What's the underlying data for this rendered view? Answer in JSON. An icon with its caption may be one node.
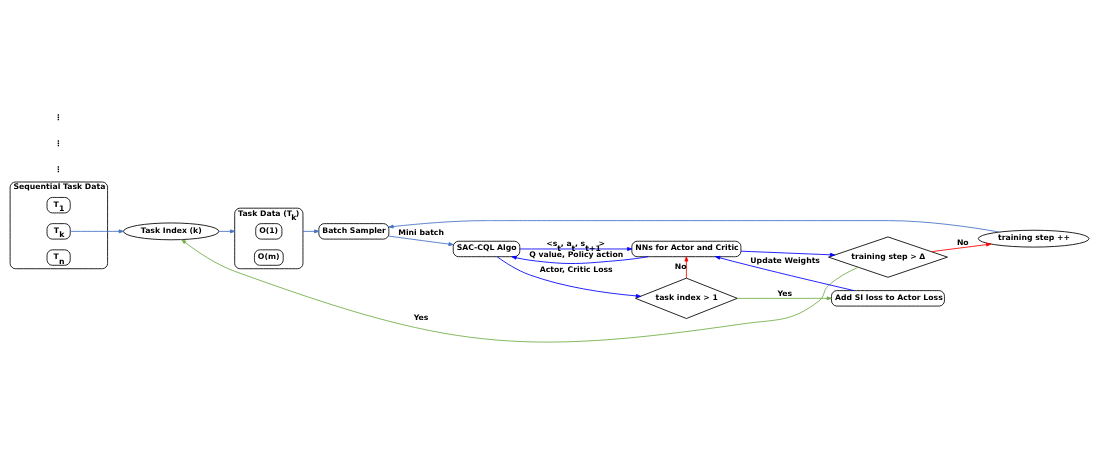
{
  "diagram": {
    "nodes": [
      {
        "text": [
          "Sequential Task Data"
        ]
      },
      {
        "text": [
          "T$_{1}$"
        ],
        "in": 0
      },
      {
        "text": [
          "T$_{k}$"
        ],
        "in": 0
      },
      {
        "text": [
          "T$_{n}$"
        ],
        "in": 0
      },
      {
        "text": [
          "Task Index (k)"
        ]
      },
      {
        "text": [
          "Task Data (T$_{k}$)"
        ]
      },
      {
        "text": [
          "O(1)"
        ],
        "in": 5
      },
      {
        "text": [
          "O(m)"
        ],
        "in": 5
      },
      {
        "text": [
          "training step > Δ"
        ]
      },
      {
        "text": [
          "training step ++"
        ]
      },
      {
        "text": [
          "Batch Sampler"
        ]
      },
      {
        "text": [
          "NNs for Actor and Critic"
        ]
      },
      {
        "text": [
          "SAC-CQL Algo"
        ]
      },
      {
        "text": [
          "task index > 1"
        ]
      },
      {
        "text": [
          "Add SI loss to Actor Loss"
        ]
      }
    ],
    "edges": [
      {
        "from": 2,
        "to": 4,
        "arrow": "to"
      },
      {
        "from": 4,
        "to": 5,
        "arrow": "to"
      },
      {
        "from": 5,
        "to": 10,
        "arrow": "to"
      },
      {
        "from": 8,
        "to": 4,
        "arrow": "to",
        "label": "Yes",
        "color": "#70ad47"
      },
      {
        "from": 8,
        "to": 9,
        "arrow": "to",
        "label": "No",
        "color": "#ff0000"
      },
      {
        "from": 9,
        "to": 10,
        "arrow": "to"
      },
      {
        "from": 10,
        "to": 12,
        "arrow": "to",
        "label": "Mini batch"
      },
      {
        "from": 12,
        "to": 11,
        "arrow": "to",
        "label": "<s$_{t}$, a$_{t}$, s$_{t+1}$>",
        "color": "#0000ff"
      },
      {
        "from": 11,
        "to": 12,
        "arrow": "to",
        "label": "Q value, Policy action",
        "color": "#0000ff"
      },
      {
        "from": 11,
        "to": 8,
        "arrow": "to",
        "color": "#0000ff"
      },
      {
        "from": 12,
        "to": 13,
        "arrow": "to",
        "label": "Actor, Critic Loss",
        "color": "#0000ff"
      },
      {
        "from": 13,
        "to": 11,
        "arrow": "to",
        "label": "No",
        "color": "#ff0000"
      },
      {
        "from": 13,
        "to": 14,
        "arrow": "to",
        "label": "Yes",
        "color": "#70ad47"
      },
      {
        "from": 14,
        "to": 11,
        "arrow": "to",
        "label": "Update Weights",
        "color": "#0000ff"
      }
    ],
    "labels": [
      "⋮",
      "⋮",
      "⋮"
    ]
  }
}
